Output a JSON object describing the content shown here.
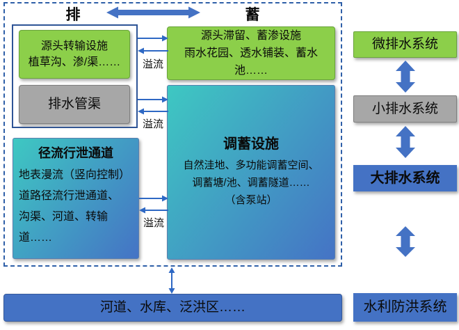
{
  "diagram": {
    "top": {
      "drain_label": "排",
      "store_label": "蓄"
    },
    "overflow_label": "溢流",
    "source_transfer": {
      "title": "源头转输设施",
      "body": "植草沟、渗/渠……"
    },
    "drainage_pipe": {
      "title": "排水管渠"
    },
    "source_retention": {
      "line1": "源头滞留、蓄渗设施",
      "line2": "雨水花园、透水铺装、蓄水",
      "line3": "池……"
    },
    "storage": {
      "title": "调蓄设施",
      "line1": "自然洼地、多功能调蓄空间、",
      "line2": "调蓄塘/池、调蓄隧道……",
      "line3": "（含泵站）"
    },
    "runoff": {
      "title": "径流行泄通道",
      "line1": "地表漫流（竖向控制）",
      "line2": "道路径流行泄通道、",
      "line3": "沟渠、河道、转输",
      "line4": "道……"
    },
    "river": {
      "label": "河道、水库、泛洪区……"
    },
    "systems": {
      "micro": "微排水系统",
      "minor": "小排水系统",
      "major": "大排水系统",
      "flood": "水利防洪系统"
    },
    "colors": {
      "green": "#8CCF4A",
      "gray": "#A7A7A7",
      "blue": "#4472C4",
      "teal_start": "#3EC8C2",
      "teal_end": "#4573C5",
      "arrow": "#2E68C4",
      "block_arrow": "#4472C4",
      "dashed_border": "#2E5FA8"
    }
  }
}
